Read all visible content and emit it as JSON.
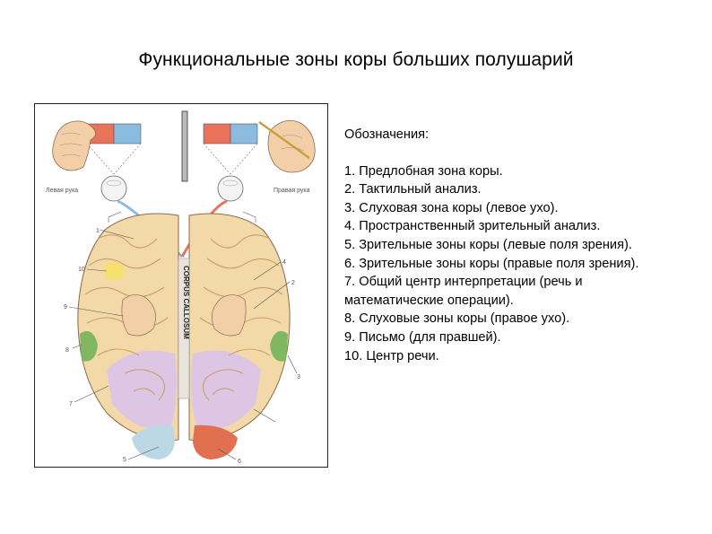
{
  "title": "Функциональные зоны коры больших полушарий",
  "figure": {
    "left_hand_label": "Левая рука",
    "right_hand_label": "Правая рука",
    "callosum_label": "CORPUS CALLOSUM",
    "zone_numbers": [
      "1",
      "2",
      "3",
      "4",
      "5",
      "6",
      "7",
      "8",
      "9",
      "10"
    ],
    "colors": {
      "cortex": "#f3d8a8",
      "gyrus_line": "#c9a06c",
      "visual_zone": "#e07050",
      "auditory_zone": "#7fb860",
      "interpretation_zone": "#dcc6e4",
      "speech_zone": "#f6e070",
      "field_red": "#e8735a",
      "field_blue": "#8cbbe0"
    }
  },
  "legend": {
    "heading": "Обозначения:",
    "items": [
      "1. Предлобная зона коры.",
      "2. Тактильный анализ.",
      "3. Слуховая зона коры (левое ухо).",
      "4. Пространственный зрительный анализ.",
      "5. Зрительные зоны коры (левые поля зрения).",
      "6. Зрительные зоны коры (правые поля зрения).",
      "7. Общий центр интерпретации (речь и математические операции).",
      "8. Слуховые зоны коры (правое ухо).",
      "9. Письмо (для правшей).",
      "10. Центр речи."
    ]
  }
}
